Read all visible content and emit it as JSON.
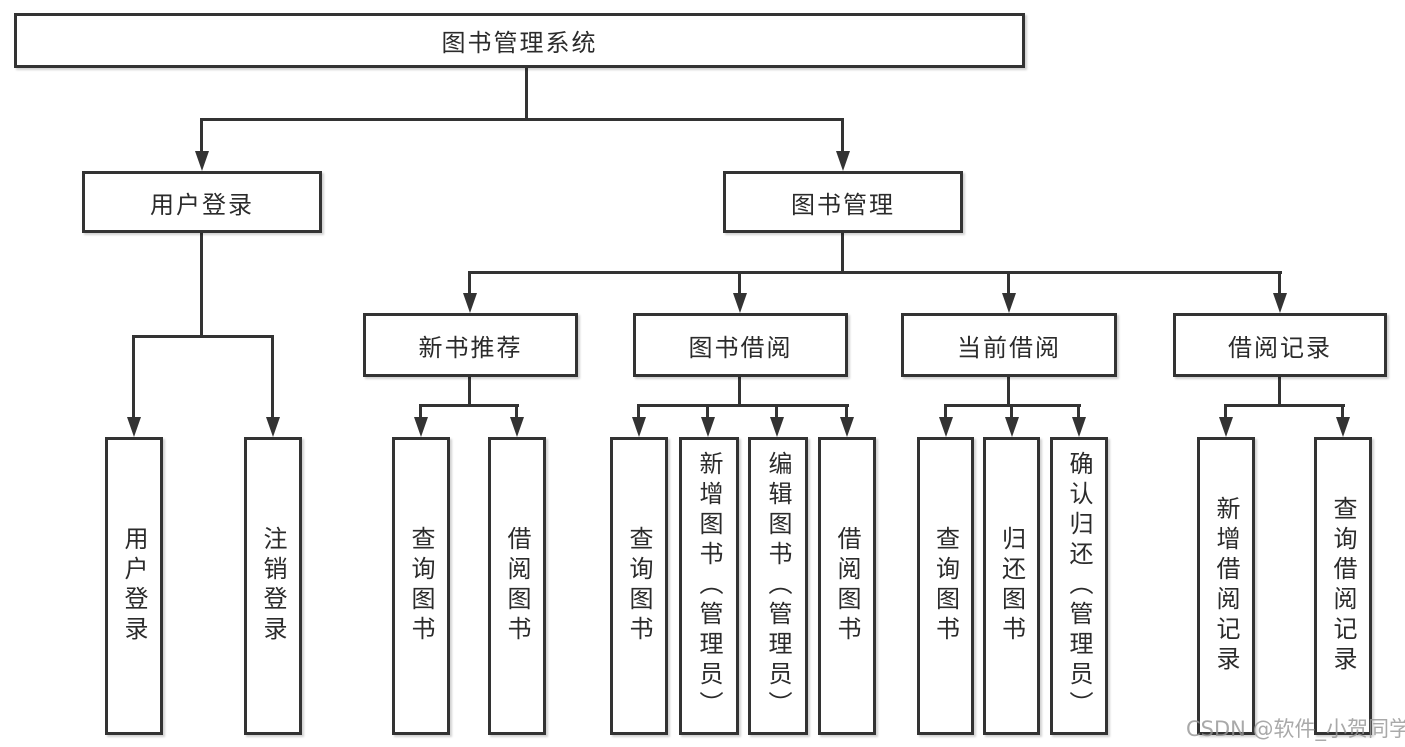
{
  "diagram": {
    "root": {
      "label": "图书管理系统"
    },
    "level1": [
      {
        "label": "用户登录"
      },
      {
        "label": "图书管理"
      }
    ],
    "level2": [
      {
        "label": "新书推荐",
        "parent": "图书管理"
      },
      {
        "label": "图书借阅",
        "parent": "图书管理"
      },
      {
        "label": "当前借阅",
        "parent": "图书管理"
      },
      {
        "label": "借阅记录",
        "parent": "图书管理"
      }
    ],
    "leaves": [
      {
        "label": "用户登录",
        "parent": "用户登录"
      },
      {
        "label": "注销登录",
        "parent": "用户登录"
      },
      {
        "label": "查询图书",
        "parent": "新书推荐"
      },
      {
        "label": "借阅图书",
        "parent": "新书推荐"
      },
      {
        "label": "查询图书",
        "parent": "图书借阅"
      },
      {
        "label": "新增图书（管理员）",
        "parent": "图书借阅"
      },
      {
        "label": "编辑图书（管理员）",
        "parent": "图书借阅"
      },
      {
        "label": "借阅图书",
        "parent": "图书借阅"
      },
      {
        "label": "查询图书",
        "parent": "当前借阅"
      },
      {
        "label": "归还图书",
        "parent": "当前借阅"
      },
      {
        "label": "确认归还（管理员）",
        "parent": "当前借阅"
      },
      {
        "label": "新增借阅记录",
        "parent": "借阅记录"
      },
      {
        "label": "查询借阅记录",
        "parent": "借阅记录"
      }
    ],
    "colors": {
      "line": "#333333",
      "box_border": "#333333",
      "box_bg": "#ffffff",
      "text": "#2b2b2b"
    }
  },
  "watermark": {
    "text": "CSDN @软件_小贺同学",
    "color": "#969696"
  }
}
